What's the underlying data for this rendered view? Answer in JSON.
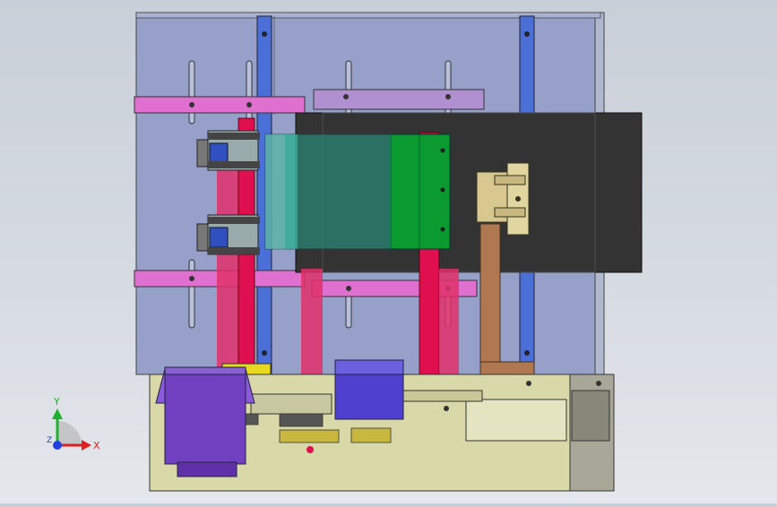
{
  "viewport": {
    "background_top": "#c9cfd8",
    "background_bottom": "#e4e7eb"
  },
  "triad": {
    "x_label": "X",
    "y_label": "Y",
    "z_label": "Z",
    "x_color": "#e02020",
    "y_color": "#20b030",
    "z_color": "#2040e0"
  },
  "colors": {
    "back_plate": "#96a0c8",
    "pink_bar": "#e070d0",
    "blue_rail": "#4a70d8",
    "red_column": "#e01050",
    "dark_panel": "#333333",
    "green_block": "#0a9a30",
    "teal_glass": "#2a8a78",
    "base_plate": "#d8d8a8",
    "purple_motor": "#7040c0",
    "blue_motor": "#5040d0",
    "brown_arm": "#b07850",
    "beige_clamp": "#d8c890",
    "gray_side": "#a8a898"
  }
}
